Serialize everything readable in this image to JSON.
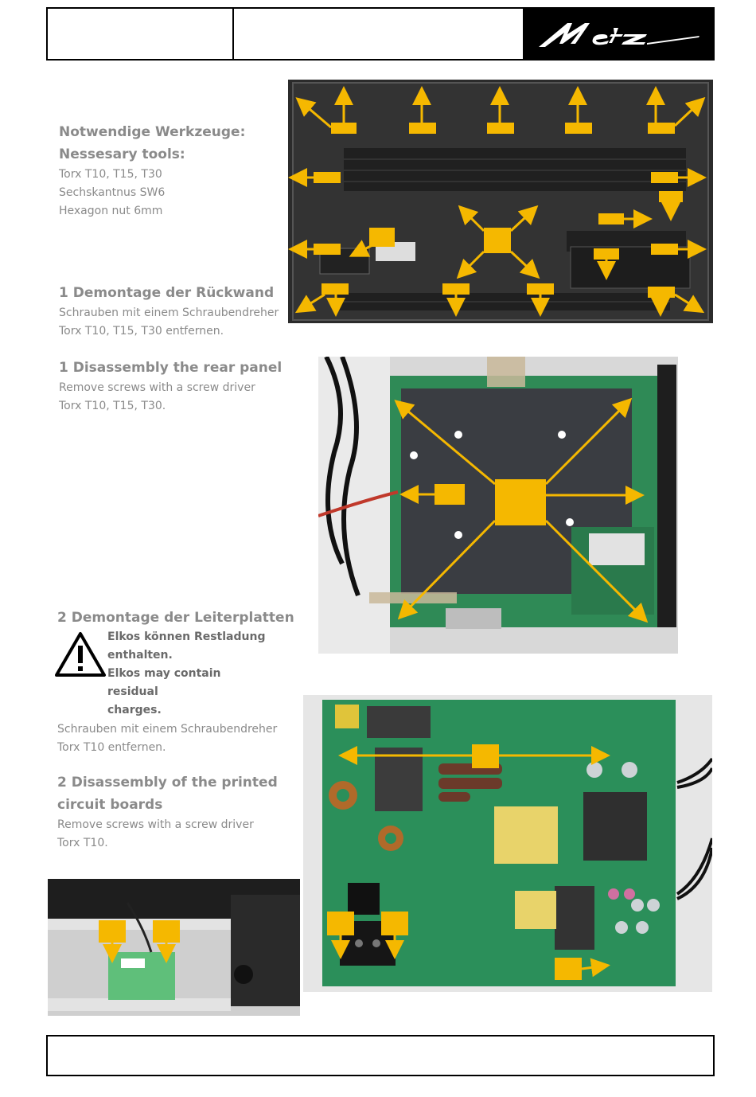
{
  "header": {
    "brand": "Metz"
  },
  "tools": {
    "title_de": "Notwendige Werkzeuge:",
    "title_en": "Nessesary tools:",
    "items": [
      "Torx T10, T15, T30",
      "Sechskantnus SW6",
      "Hexagon nut 6mm"
    ]
  },
  "step1": {
    "title_de": "1 Demontage der Rückwand",
    "text_de": [
      "Schrauben mit einem Schraubendreher",
      "Torx T10, T15, T30 entfernen."
    ],
    "title_en": "1 Disassembly the rear panel",
    "text_en": [
      "Remove screws with a screw driver",
      "Torx T10, T15, T30."
    ]
  },
  "step2": {
    "title_de": "2 Demontage der Leiterplatten",
    "warning": [
      "Elkos können Restladung",
      "enthalten.",
      "Elkos may contain residual",
      "charges."
    ],
    "text_de": [
      "Schrauben mit einem Schraubendreher",
      "Torx T10 entfernen."
    ],
    "title_en": [
      "2 Disassembly of the printed",
      "circuit boards"
    ],
    "text_en": [
      "Remove screws with a screw driver",
      "Torx T10."
    ]
  },
  "colors": {
    "marker": "#f5b800",
    "panel": "#2c2c2c",
    "pcb": "#1f7a4d"
  }
}
